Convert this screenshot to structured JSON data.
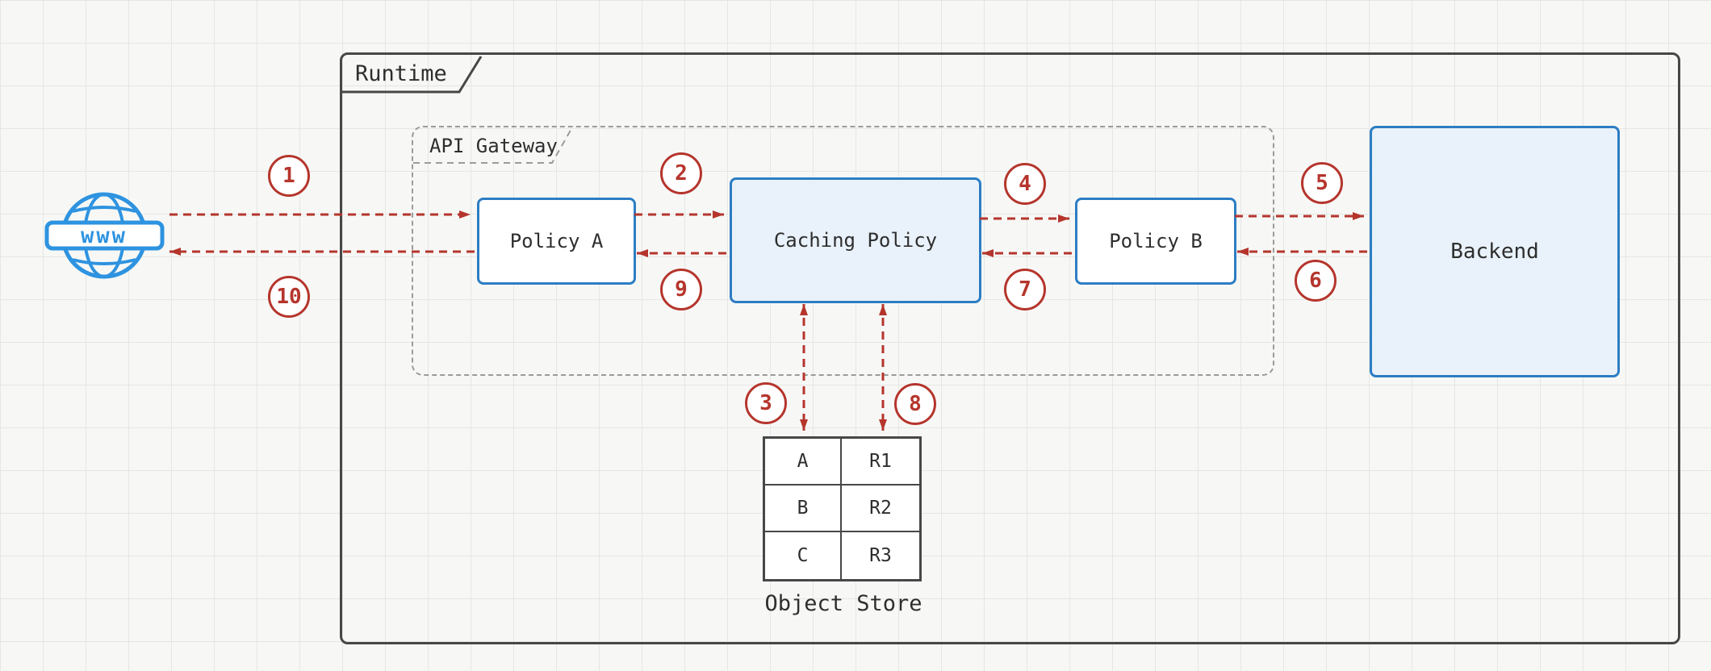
{
  "runtime": {
    "label": "Runtime"
  },
  "api_gateway": {
    "label": "API Gateway"
  },
  "web": {
    "label": "www"
  },
  "nodes": {
    "policy_a": {
      "label": "Policy A"
    },
    "caching_policy": {
      "label": "Caching Policy"
    },
    "policy_b": {
      "label": "Policy B"
    },
    "backend": {
      "label": "Backend"
    }
  },
  "object_store": {
    "caption": "Object Store",
    "rows": [
      {
        "key": "A",
        "value": "R1"
      },
      {
        "key": "B",
        "value": "R2"
      },
      {
        "key": "C",
        "value": "R3"
      }
    ]
  },
  "steps": [
    {
      "label": "1"
    },
    {
      "label": "2"
    },
    {
      "label": "3"
    },
    {
      "label": "4"
    },
    {
      "label": "5"
    },
    {
      "label": "6"
    },
    {
      "label": "7"
    },
    {
      "label": "8"
    },
    {
      "label": "9"
    },
    {
      "label": "10"
    }
  ],
  "colors": {
    "node_border": "#2d7dc3",
    "node_fill": "#e9f2fa",
    "arrow_red": "#b5352c",
    "container_border": "#474747",
    "dashed_border": "#9b9b9b",
    "web_blue": "#2e93e0"
  }
}
